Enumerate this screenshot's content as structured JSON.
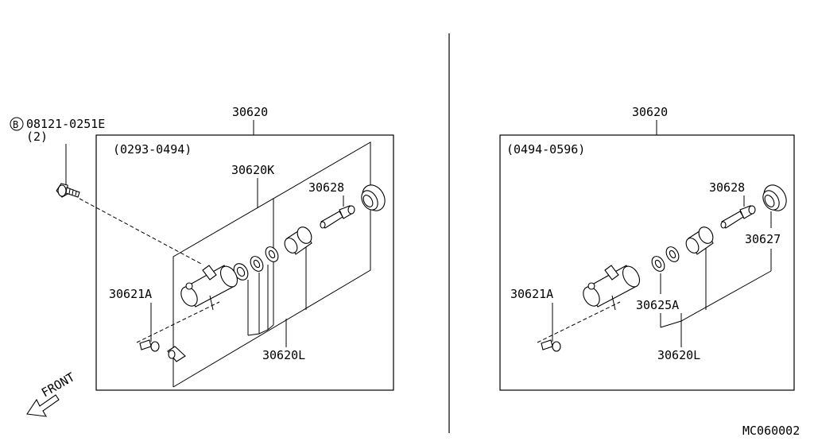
{
  "left_panel": {
    "title": "30620",
    "date_range": "(0293-0494)",
    "bolt_symbol": "B",
    "bolt_code": "08121-0251E",
    "bolt_qty": "(2)",
    "labels": {
      "kit": "30620K",
      "bleeder": "30628",
      "bracket_bolt": "30621A",
      "left_part": "30620L"
    },
    "front_label": "FRONT"
  },
  "right_panel": {
    "title": "30620",
    "date_range": "(0494-0596)",
    "labels": {
      "bleeder": "30628",
      "boot": "30627",
      "bracket_bolt": "30621A",
      "seal": "30625A",
      "left_part": "30620L"
    }
  },
  "diagram_code": "MC060002"
}
